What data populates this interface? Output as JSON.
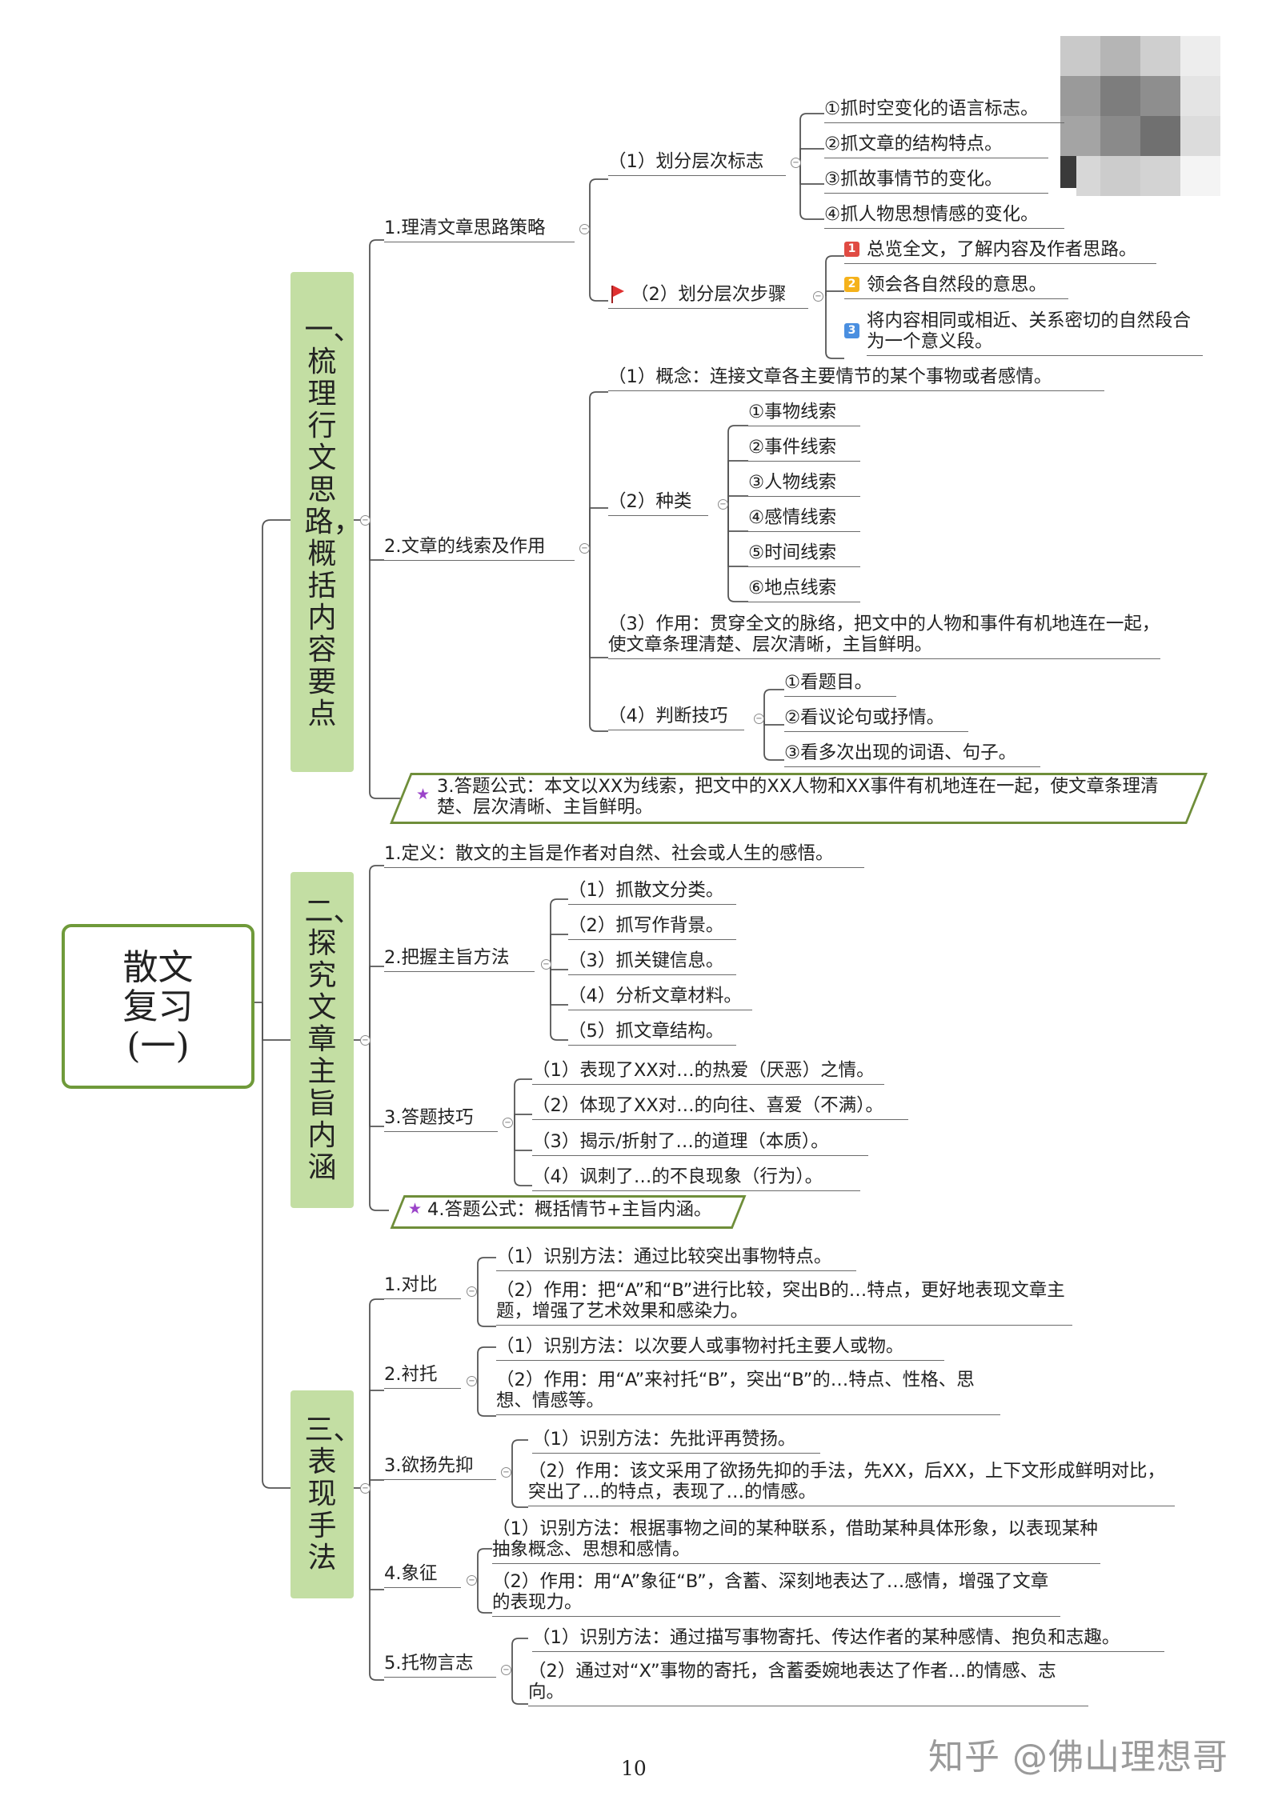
{
  "root": "散文复习(一)",
  "sections": [
    {
      "title": "一、梳理行文思路，概括内容要点",
      "groups": [
        {
          "label": "1.理清文章思路策略",
          "sub": [
            {
              "label": "（1）划分层次标志",
              "items": [
                "①抓时空变化的语言标志。",
                "②抓文章的结构特点。",
                "③抓故事情节的变化。",
                "④抓人物思想情感的变化。"
              ]
            },
            {
              "label": "（2）划分层次步骤",
              "items": [
                "总览全文，了解内容及作者思路。",
                "领会各自然段的意思。",
                "将内容相同或相近、关系密切的自然段合为一个意义段。"
              ]
            }
          ]
        },
        {
          "label": "2.文章的线索及作用",
          "sub": [
            {
              "label": "（1）概念：连接文章各主要情节的某个事物或者感情。"
            },
            {
              "label": "（2）种类",
              "items": [
                "①事物线索",
                "②事件线索",
                "③人物线索",
                "④感情线索",
                "⑤时间线索",
                "⑥地点线索"
              ]
            },
            {
              "label": "（3）作用：贯穿全文的脉络，把文中的人物和事件有机地连在一起，使文章条理清楚、层次清晰，主旨鲜明。"
            },
            {
              "label": "（4）判断技巧",
              "items": [
                "①看题目。",
                "②看议论句或抒情。",
                "③看多次出现的词语、句子。"
              ]
            }
          ]
        }
      ],
      "formula": "3.答题公式：本文以XX为线索，把文中的XX人物和XX事件有机地连在一起，使文章条理清楚、层次清晰、主旨鲜明。"
    },
    {
      "title": "二、探究文章主旨内涵",
      "groups": [
        {
          "label": "1.定义：散文的主旨是作者对自然、社会或人生的感悟。"
        },
        {
          "label": "2.把握主旨方法",
          "items": [
            "（1）抓散文分类。",
            "（2）抓写作背景。",
            "（3）抓关键信息。",
            "（4）分析文章材料。",
            "（5）抓文章结构。"
          ]
        },
        {
          "label": "3.答题技巧",
          "items": [
            "（1）表现了XX对…的热爱（厌恶）之情。",
            "（2）体现了XX对…的向往、喜爱（不满）。",
            "（3）揭示/折射了…的道理（本质）。",
            "（4）讽刺了…的不良现象（行为）。"
          ]
        }
      ],
      "formula": "4.答题公式：概括情节+主旨内涵。"
    },
    {
      "title": "三、表现手法",
      "groups": [
        {
          "label": "1.对比",
          "items": [
            "（1）识别方法：通过比较突出事物特点。",
            "（2）作用：把“A”和“B”进行比较，突出B的…特点，更好地表现文章主题，增强了艺术效果和感染力。"
          ]
        },
        {
          "label": "2.衬托",
          "items": [
            "（1）识别方法：以次要人或事物衬托主要人或物。",
            "（2）作用：用“A”来衬托“B”，突出“B”的…特点、性格、思想、情感等。"
          ]
        },
        {
          "label": "3.欲扬先抑",
          "items": [
            "（1）识别方法：先批评再赞扬。",
            "（2）作用：该文采用了欲扬先抑的手法，先XX，后XX，上下文形成鲜明对比，突出了…的特点，表现了…的情感。"
          ]
        },
        {
          "label": "4.象征",
          "items": [
            "（1）识别方法：根据事物之间的某种联系，借助某种具体形象，以表现某种抽象概念、思想和感情。",
            "（2）作用：用“A”象征“B”，含蓄、深刻地表达了…感情，增强了文章的表现力。"
          ]
        },
        {
          "label": "5.托物言志",
          "items": [
            "（1）识别方法：通过描写事物寄托、传达作者的某种感情、抱负和志趣。",
            "（2）通过对“X”事物的寄托，含蓄委婉地表达了作者…的情感、志向。"
          ]
        }
      ]
    }
  ],
  "colors": {
    "accent": "#6f9a3a",
    "section_fill": "#c3dea3",
    "star": "#9b44c9",
    "badge_1": "#e04b43",
    "badge_2": "#f5b21b",
    "badge_3": "#4a8fe0",
    "flag": "#e03030"
  },
  "icons": {
    "collapse": "circle-minus-icon",
    "formula": "star-icon",
    "step": "red-flag-icon"
  },
  "footer": {
    "page_number": "10",
    "watermark": "知乎 @佛山理想哥"
  }
}
